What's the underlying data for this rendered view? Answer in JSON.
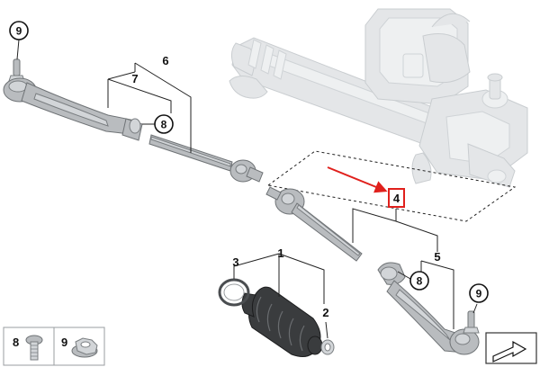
{
  "callouts": {
    "c1": "1",
    "c2": "2",
    "c3": "3",
    "c4": "4",
    "c5": "5",
    "c6": "6",
    "c7": "7",
    "c8_top": "8",
    "c8_right": "8",
    "c9_top": "9",
    "c9_right": "9"
  },
  "legend": {
    "item_8": "8",
    "item_9": "9"
  },
  "colors": {
    "highlight_box": "#e0201c",
    "arrow": "#e0201c"
  },
  "icons": {
    "nav": "page-forward-icon"
  }
}
